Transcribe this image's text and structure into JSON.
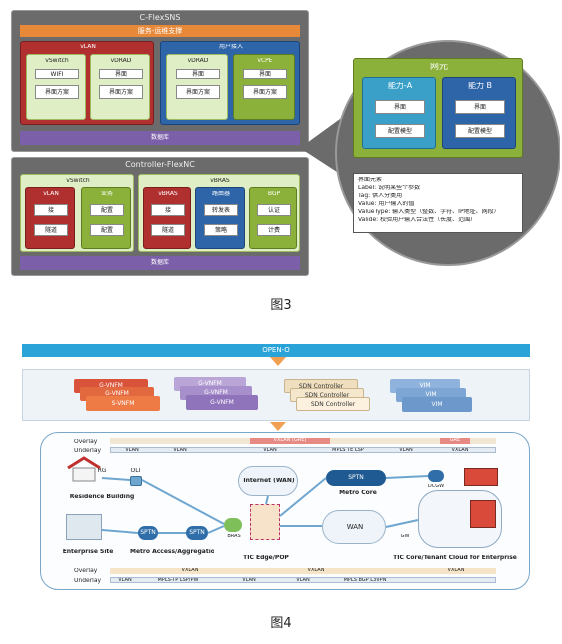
{
  "fig3": {
    "cflex_title": "C-FlexSNS",
    "orange_bar": "服务-运维支撑",
    "vlan_label": "vLAN",
    "user_access_label": "用户接入",
    "vswitch_label": "vSwitch",
    "vdrad_label": "vDRAD",
    "vdrad2_label": "vDRAD",
    "vcpe_label": "vCPE",
    "wifi_label": "WIFI",
    "mgmt_label": "界面",
    "mgmt2_label": "界面",
    "vcpe_mgmt": "界面",
    "impl1": "界面方案",
    "impl2": "界面方案",
    "impl3": "界面方案",
    "impl4": "界面方案",
    "db_bar": "数据库",
    "ctrl_title": "Controller-FlexNC",
    "ctrl_vswitch": "vSwitch",
    "ctrl_vlan": "vLAN",
    "ctrl_biz": "业务",
    "ctrl_a1": "接",
    "ctrl_a2": "配置",
    "ctrl_a3": "隧道",
    "ctrl_a4": "配置",
    "ctrl_vbras": "vBRAS",
    "ctrl_vbras_sub": "vBRAS",
    "ctrl_route": "路由器",
    "ctrl_bgp": "BGP",
    "ctrl_b1": "接",
    "ctrl_b2": "转发表",
    "ctrl_b3": "认证",
    "ctrl_b4": "隧道",
    "ctrl_b5": "策略",
    "ctrl_b6": "计费",
    "ctrl_db": "数据库",
    "ne_title": "网元",
    "cap_a": "能力-A",
    "cap_b": "能力 B",
    "cap_a_iface": "界面",
    "cap_b_iface": "界面",
    "cap_a_model": "配置模型",
    "cap_b_model": "配置模型",
    "note_lines": [
      "界面元素",
      "Label: 说明某些个参数",
      "Tag: 供人分类用",
      "Value: 用户输入的值",
      "ValueType: 输入类型（整数、字符、IP地址、网段）",
      "Valide: 校验用户输入合法性（长度、范围）"
    ],
    "caption": "图3"
  },
  "fig4": {
    "openo": "OPEN-O",
    "vnfm_back": "G-VNFM",
    "vnfm_mid": "G-VNFM",
    "vnfm_front": "S-VNFM",
    "gvnfm_back": "G-VNFM",
    "gvnfm_mid": "G-VNFM",
    "gvnfm_front": "G-VNFM",
    "sdn_back": "SDN Controller",
    "sdn_mid": "SDN Controller",
    "sdn_front": "SDN Controller",
    "vim_back": "VIM",
    "vim_mid": "VIM",
    "vim_front": "VIM",
    "overlay": "Overlay",
    "underlay": "Underlay",
    "top_vlan1": "VLAN",
    "top_vlan2": "VLAN",
    "top_vlan3": "VXLAN (GRE)",
    "top_mpls": "MPLS TE LSP",
    "top_vlan4": "VLAN",
    "top_vlan5": "VLAN",
    "top_gre": "GRE",
    "top_vxlan": "VXLAN",
    "residence": "Residence Building",
    "enterprise": "Enterprise Site",
    "metro_agg": "Metro Access/Aggregation",
    "tic_edge": "TIC Edge/POP",
    "metro_core": "Metro Core",
    "tic_cloud": "TIC Core/Tenant Cloud for Enterprise",
    "internet": "Internet (WAN)",
    "wan": "WAN",
    "spine": "SPTN",
    "sptn_core": "SPTN",
    "sptn2": "SPTN",
    "olt": "OLT",
    "bras": "BRAS",
    "dcgw": "DCGW",
    "gw": "GW",
    "rg": "RG",
    "bottom_vxlan1": "VXLAN",
    "bottom_vxlan2": "VXLAN",
    "bottom_vxlan3": "VXLAN",
    "bot_vlan1": "VLAN",
    "bot_mpls": "MPLS-TP LSP/PW",
    "bot_vlan2": "VLAN",
    "bot_vlan3": "VLAN",
    "bot_mpls2": "MPLS BGP L3VPN",
    "caption": "图4"
  }
}
